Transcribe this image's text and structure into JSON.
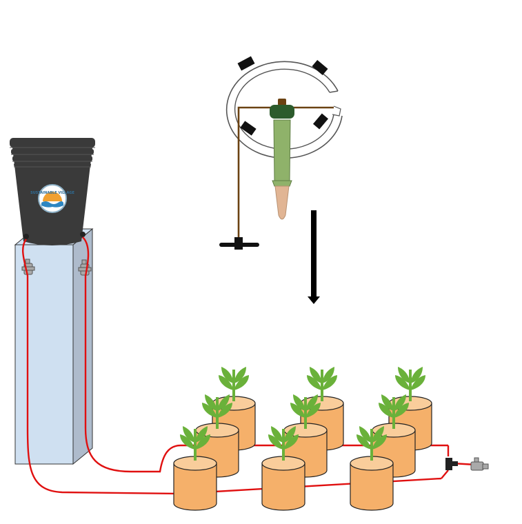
{
  "diagram": {
    "logo": {
      "text": "SUSTAINABLE VILLAGE",
      "ring_color": "#8fb3c9",
      "sun_color": "#f0a030",
      "wave_color": "#2e86c1"
    },
    "colors": {
      "bucket": "#3a3a3a",
      "stand_front": "#cfe0f1",
      "stand_side": "#aebbcc",
      "tubing": "#e01010",
      "feeder_line": "#6b4212",
      "pot": "#f5b06a",
      "pot_top": "#f9cd9b",
      "leaf": "#6ab13a",
      "dripper_body": "#8fb26a",
      "dripper_cap": "#2c5b2c",
      "ceramic_tip": "#e1b594",
      "valve": "#a9a9a9"
    },
    "plant_grid": {
      "rows": 3,
      "columns": 3
    },
    "icons": [
      "bucket-icon",
      "stand-icon",
      "valve-icon",
      "clamp-ring-icon",
      "dripper-icon",
      "tee-connector-icon",
      "down-arrow-icon",
      "potted-plant-icon"
    ]
  }
}
